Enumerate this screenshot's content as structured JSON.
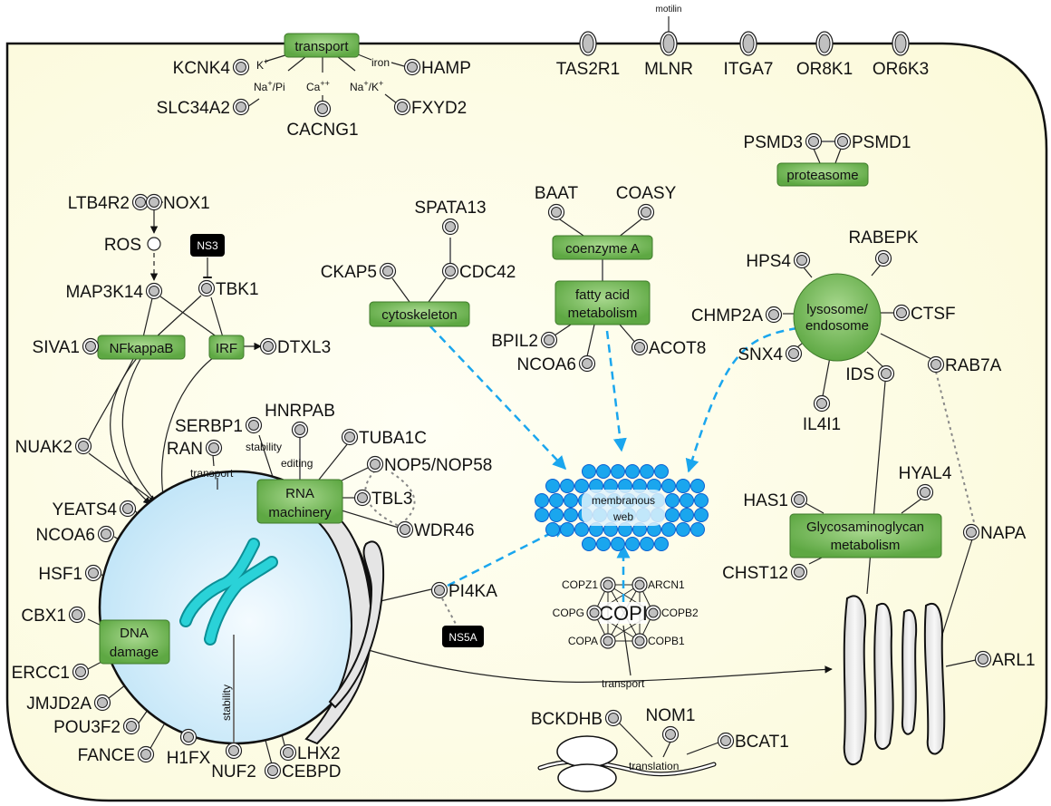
{
  "membrane_receptors": [
    {
      "name": "TAS2R1"
    },
    {
      "name": "MLNR",
      "ligand": "motilin"
    },
    {
      "name": "ITGA7"
    },
    {
      "name": "OR8K1"
    },
    {
      "name": "OR6K3"
    }
  ],
  "modules": {
    "transport": "transport",
    "proteasome": "proteasome",
    "nfkappab": "NFkappaB",
    "irf": "IRF",
    "cytoskeleton": "cytoskeleton",
    "coenzyme_a": "coenzyme A",
    "fatty_acid_1": "fatty acid",
    "fatty_acid_2": "metabolism",
    "lysosome_1": "lysosome/",
    "lysosome_2": "endosome",
    "rna_1": "RNA",
    "rna_2": "machinery",
    "dna_1": "DNA",
    "dna_2": "damage",
    "gag_1": "Glycosaminoglycan",
    "gag_2": "metabolism",
    "membranous_web_1": "membranous",
    "membranous_web_2": "web",
    "copi": "COPI"
  },
  "viral_proteins": {
    "ns3": "NS3",
    "ns5a": "NS5A"
  },
  "metabolites": {
    "ros": "ROS"
  },
  "edge_labels": {
    "k": "K+",
    "na_pi": "Na+/Pi",
    "ca": "Ca++",
    "na_k": "Na+/K+",
    "iron": "iron",
    "stability": "stability",
    "editing": "editing",
    "transport_ran": "transport",
    "stability_nuf2": "stability",
    "transport_golgi": "transport",
    "translation": "translation"
  },
  "genes": {
    "KCNK4": "KCNK4",
    "HAMP": "HAMP",
    "SLC34A2": "SLC34A2",
    "CACNG1": "CACNG1",
    "FXYD2": "FXYD2",
    "PSMD3": "PSMD3",
    "PSMD1": "PSMD1",
    "LTB4R2": "LTB4R2",
    "NOX1": "NOX1",
    "MAP3K14": "MAP3K14",
    "TBK1": "TBK1",
    "SIVA1": "SIVA1",
    "DTXL3": "DTXL3",
    "NUAK2": "NUAK2",
    "SPATA13": "SPATA13",
    "CKAP5": "CKAP5",
    "CDC42": "CDC42",
    "BAAT": "BAAT",
    "COASY": "COASY",
    "BPIL2": "BPIL2",
    "NCOA6_fa": "NCOA6",
    "ACOT8": "ACOT8",
    "HPS4": "HPS4",
    "RABEPK": "RABEPK",
    "CHMP2A": "CHMP2A",
    "CTSF": "CTSF",
    "SNX4": "SNX4",
    "IDS": "IDS",
    "RAB7A": "RAB7A",
    "IL4I1": "IL4I1",
    "SERBP1": "SERBP1",
    "HNRPAB": "HNRPAB",
    "RAN": "RAN",
    "TUBA1C": "TUBA1C",
    "NOP5": "NOP5/NOP58",
    "TBL3": "TBL3",
    "WDR46": "WDR46",
    "YEATS4": "YEATS4",
    "NCOA6": "NCOA6",
    "HSF1": "HSF1",
    "CBX1": "CBX1",
    "ERCC1": "ERCC1",
    "JMJD2A": "JMJD2A",
    "POU3F2": "POU3F2",
    "FANCE": "FANCE",
    "H1FX": "H1FX",
    "NUF2": "NUF2",
    "CEBPD": "CEBPD",
    "LHX2": "LHX2",
    "PI4KA": "PI4KA",
    "COPZ1": "COPZ1",
    "ARCN1": "ARCN1",
    "COPG": "COPG",
    "COPB2": "COPB2",
    "COPA": "COPA",
    "COPB1": "COPB1",
    "HAS1": "HAS1",
    "HYAL4": "HYAL4",
    "CHST12": "CHST12",
    "NAPA": "NAPA",
    "ARL1": "ARL1",
    "BCKDHB": "BCKDHB",
    "NOM1": "NOM1",
    "BCAT1": "BCAT1"
  },
  "colors": {
    "cell": "#fdfde6",
    "module_green": "#6ab04c",
    "node_gray": "#c0c0c0",
    "web_blue": "#1aa6ee",
    "nucleus": "#cdeaf8",
    "chromosome": "#20c0c8",
    "viral": "#000000"
  }
}
